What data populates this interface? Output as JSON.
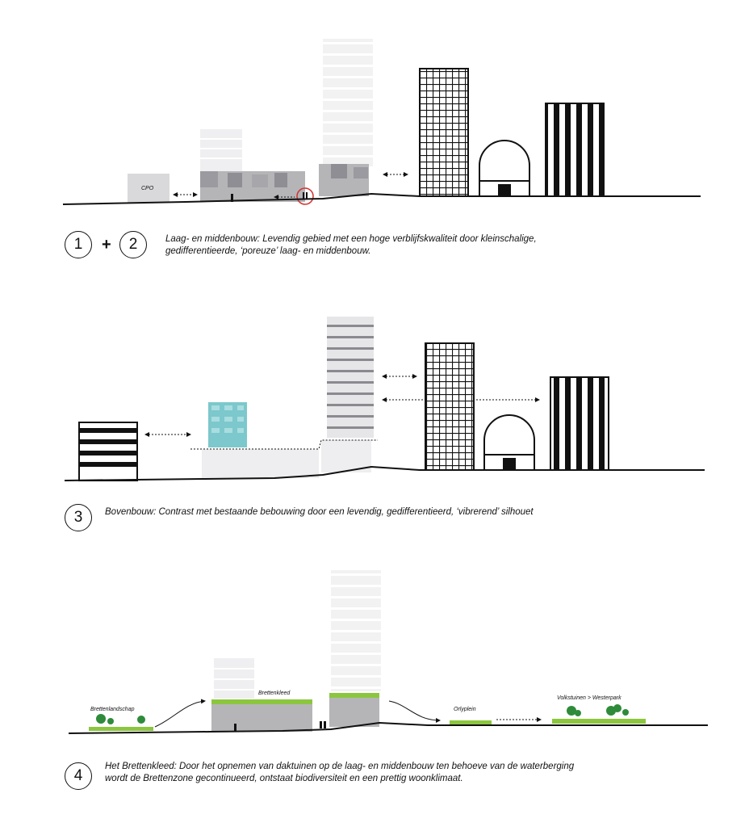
{
  "panels": [
    {
      "numbers": [
        "1",
        "2"
      ],
      "joiner": "+",
      "caption_line1": "Laag- en middenbouw: Levendig gebied met een hoge verblijfskwaliteit door kleinschalige,",
      "caption_line2": "gedifferentieerde, ‘poreuze’ laag- en middenbouw.",
      "building_label": "CPO"
    },
    {
      "numbers": [
        "3"
      ],
      "caption_line1": "Bovenbouw: Contrast met bestaande bebouwing door een levendig, gedifferentieerd, ‘vibrerend’ silhouet"
    },
    {
      "numbers": [
        "4"
      ],
      "caption_line1": "Het Brettenkleed: Door het opnemen van daktuinen op de laag- en middenbouw ten behoeve van de waterberging",
      "caption_line2": "wordt de Brettenzone gecontinueerd, ontstaat biodiversiteit en een prettig woonklimaat.",
      "labels": {
        "brettenlandschap": "Brettenlandschap",
        "brettenkleed": "Brettenkleed",
        "orlyplein": "Orlyplein",
        "volkstuinen": "Volkstuinen > Westerpark"
      }
    }
  ],
  "colors": {
    "line": "#111111",
    "building_grey": "#b5b5b8",
    "building_light": "#e4e4e6",
    "accent_cyan": "#7cc8cc",
    "green_roof": "#8cc63f",
    "tree": "#2e8b3a",
    "highlight_red": "#d33333"
  }
}
